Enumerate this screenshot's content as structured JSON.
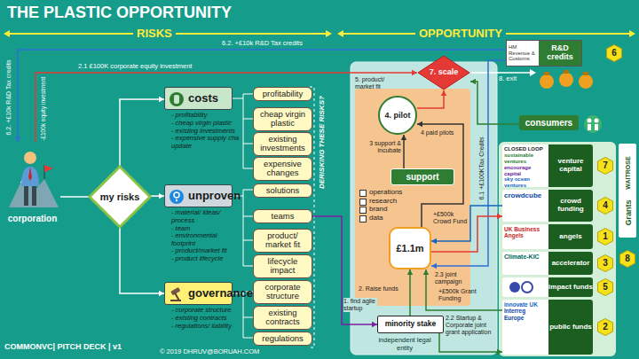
{
  "diagram": {
    "title": "THE PLASTIC OPPORTUNITY",
    "nodes": [
      {
        "text": [
          "corporation"
        ]
      },
      {
        "text": [
          "my risks"
        ]
      },
      {
        "text": [
          "costs",
          "- profitability",
          "- cheap virgin plastic",
          "- existing investments",
          "- expensive supply cha update"
        ]
      },
      {
        "text": [
          "profitability"
        ]
      },
      {
        "text": [
          "cheap virgin plastic"
        ]
      },
      {
        "text": [
          "existing investments"
        ]
      },
      {
        "text": [
          "expensive changes"
        ]
      },
      {
        "text": [
          "unproven",
          "- material/ ideas/ process",
          "- team",
          "- environmental footprint",
          "- product/market fit",
          "- product lifecycle"
        ]
      },
      {
        "text": [
          "solutions"
        ]
      },
      {
        "text": [
          "teams"
        ]
      },
      {
        "text": [
          "product/ market fit"
        ]
      },
      {
        "text": [
          "lifecycle impact"
        ]
      },
      {
        "text": [
          "governance",
          "- corporate structure",
          "- existing contracts",
          "- regulations/ liability"
        ]
      },
      {
        "text": [
          "corporate structure"
        ]
      },
      {
        "text": [
          "existing contracts"
        ]
      },
      {
        "text": [
          "regulations"
        ]
      },
      {
        "text": [
          "independent legal entity"
        ]
      },
      {
        "text": [
          "4. pilot"
        ],
        "in": 16
      },
      {
        "text": [
          "support",
          "operations",
          "research",
          "brand",
          "data"
        ],
        "in": 16
      },
      {
        "text": [
          "£1.1m"
        ],
        "in": 16
      },
      {
        "text": [
          "minority stake"
        ],
        "in": 16
      },
      {
        "text": [
          "7. scale"
        ]
      },
      {
        "text": [
          "HM Revenue & Customs",
          "R&D credits"
        ]
      },
      {
        "text": [
          "consumers"
        ]
      },
      {
        "text": [
          "Grants"
        ]
      },
      {
        "text": [
          "venture capital",
          "CLOSED LOOP",
          "sustainable ventures",
          "encourage capital",
          "sky ocean ventures"
        ],
        "in": 24
      },
      {
        "text": [
          "crowd funding",
          "crowdcube"
        ],
        "in": 24
      },
      {
        "text": [
          "angels",
          "UK Business Angels"
        ],
        "in": 24
      },
      {
        "text": [
          "accelerator",
          "Climate-KIC"
        ],
        "in": 24
      },
      {
        "text": [
          "impact funds"
        ],
        "in": 24
      },
      {
        "text": [
          "public funds",
          "innovate UK",
          "Interreg Europe"
        ],
        "in": 24
      }
    ],
    "edges": [
      {
        "from": 0,
        "to": 1,
        "arrow": "none"
      },
      {
        "from": 1,
        "to": 2,
        "arrow": "to"
      },
      {
        "from": 1,
        "to": 7,
        "arrow": "to"
      },
      {
        "from": 1,
        "to": 12,
        "arrow": "to"
      },
      {
        "from": 22,
        "to": 0,
        "arrow": "to",
        "label": "6.2. +£10k R&D Tax credits"
      },
      {
        "from": 0,
        "to": 21,
        "arrow": "to",
        "label": "2.1 £100K corporate equity investment"
      },
      {
        "from": 9,
        "to": 20,
        "arrow": "to",
        "label": "1. find agile startup"
      },
      {
        "from": 20,
        "to": 19,
        "arrow": "to",
        "label": "2. Raise funds"
      },
      {
        "from": 18,
        "to": 17,
        "arrow": "to",
        "label": "3 support & incubate"
      },
      {
        "from": 19,
        "to": 17,
        "arrow": "to",
        "label": "4 paid pilots"
      },
      {
        "from": 17,
        "to": 21,
        "arrow": "to",
        "label": "5. product/ market fit"
      },
      {
        "from": 22,
        "to": 19,
        "arrow": "to",
        "label": "6.1 +£100KTax Credits"
      },
      {
        "from": 23,
        "to": 21,
        "arrow": "to"
      },
      {
        "from": 26,
        "to": 19,
        "arrow": "to",
        "label": "+£500k Crowd Fund"
      },
      {
        "from": 30,
        "to": 19,
        "arrow": "to",
        "label": "+£500k Grant Funding"
      },
      {
        "from": 19,
        "to": 26,
        "arrow": "to",
        "label": "2.3 joint campaign"
      },
      {
        "from": 20,
        "to": 30,
        "arrow": "to",
        "label": "2.2 Startup & Corporate joint grant application"
      }
    ],
    "labels": [
      "RISKS",
      "OPPORTUNITY",
      "-£100k equity investment",
      "6.2. +£10k R&D Tax credits",
      "DERISKING THESE RISKS?",
      "8. exit",
      "6",
      "7",
      "4",
      "1",
      "3",
      "5",
      "2",
      "8",
      "WAITROSE",
      "COMMONVC| PITCH DECK | v1",
      "© 2019 DHRUV@BORUAH.COM"
    ]
  }
}
